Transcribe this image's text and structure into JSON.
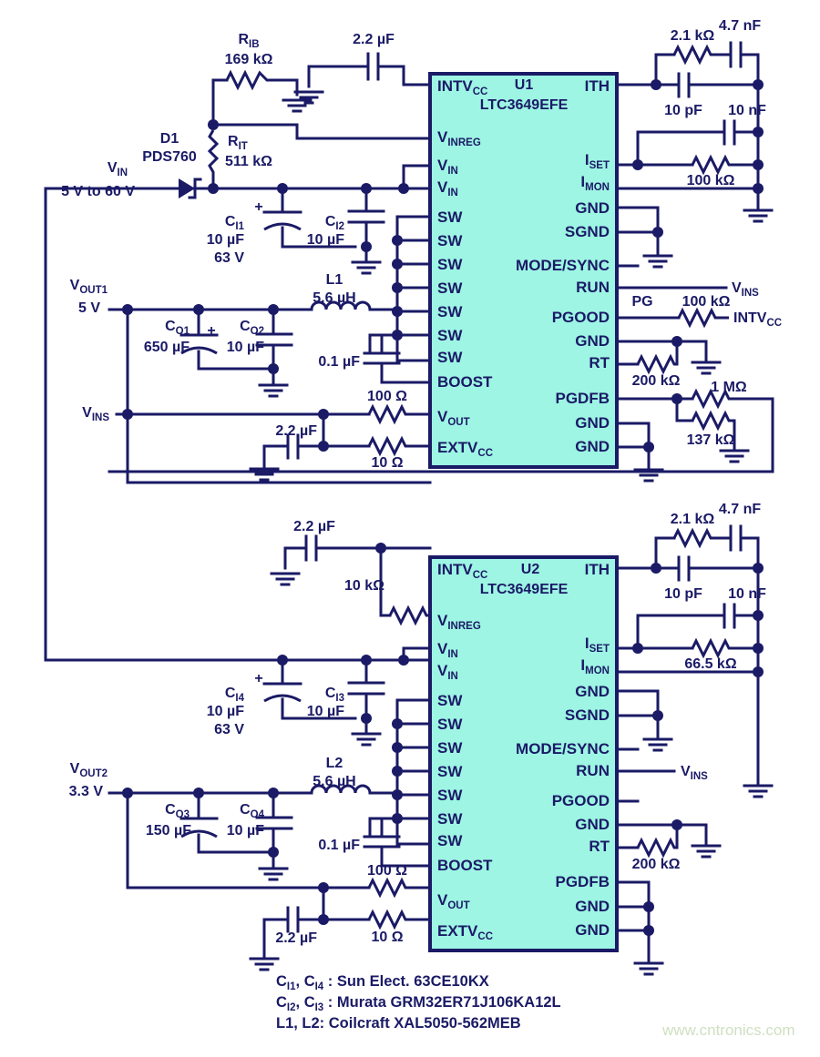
{
  "meta": {
    "title": "Dual LTC3649EFE step-down regulator schematic",
    "colors": {
      "ink": "#1a1a66",
      "chip_fill": "#9ef5e4",
      "background": "#ffffff",
      "watermark": "#cfe0c2"
    }
  },
  "watermark": "www.cntronics.com",
  "source_label": {
    "name": "V_IN",
    "name_main": "V",
    "name_sub": "IN",
    "range": "5 V to 60 V"
  },
  "diode": {
    "ref": "D1",
    "part": "PDS760"
  },
  "chips": [
    {
      "id": "u1",
      "ref": "U1",
      "part": "LTC3649EFE",
      "pins_left": [
        "INTVCC",
        "VINREG",
        "VIN",
        "VIN",
        "SW",
        "SW",
        "SW",
        "SW",
        "SW",
        "SW",
        "SW",
        "BOOST",
        "VOUT",
        "EXTVCC"
      ],
      "pins_right": [
        "ITH",
        "ISET",
        "IMON",
        "GND",
        "SGND",
        "MODE/SYNC",
        "RUN",
        "PGOOD",
        "GND",
        "RT",
        "PGDFB",
        "GND",
        "GND"
      ]
    },
    {
      "id": "u2",
      "ref": "U2",
      "part": "LTC3649EFE",
      "pins_left": [
        "INTVCC",
        "VINREG",
        "VIN",
        "VIN",
        "SW",
        "SW",
        "SW",
        "SW",
        "SW",
        "SW",
        "SW",
        "BOOST",
        "VOUT",
        "EXTVCC"
      ],
      "pins_right": [
        "ITH",
        "ISET",
        "IMON",
        "GND",
        "SGND",
        "MODE/SYNC",
        "RUN",
        "PGOOD",
        "GND",
        "RT",
        "PGDFB",
        "GND",
        "GND"
      ]
    }
  ],
  "stage1": {
    "rib": {
      "ref_main": "R",
      "ref_sub": "IB",
      "value": "169 kΩ"
    },
    "rit": {
      "ref_main": "R",
      "ref_sub": "IT",
      "value": "511 kΩ"
    },
    "ci1": {
      "ref_main": "C",
      "ref_sub": "I1",
      "value": "10 µF",
      "value2": "63 V",
      "polarity": "+"
    },
    "ci2": {
      "ref_main": "C",
      "ref_sub": "I2",
      "value": "10 µF"
    },
    "intvcc_cap": "2.2 µF",
    "ith_r": "2.1 kΩ",
    "ith_c_series": "4.7 nF",
    "ith_c_par": "10 pF",
    "iset_c": "10 nF",
    "iset_r": "100 kΩ",
    "pg_label": "PG",
    "pgood_r": "100 kΩ",
    "pgood_net_main": "INTV",
    "pgood_net_sub": "CC",
    "run_net_main": "V",
    "run_net_sub": "INS",
    "rt_r": "200 kΩ",
    "pgdfb_r_top": "1 MΩ",
    "pgdfb_r_bot": "137 kΩ",
    "l1": {
      "ref": "L1",
      "value": "5.6 µH"
    },
    "boost_cap": "0.1 µF",
    "co1": {
      "ref_main": "C",
      "ref_sub": "O1",
      "value": "650 µF",
      "polarity": "+"
    },
    "co2": {
      "ref_main": "C",
      "ref_sub": "O2",
      "value": "10 µF"
    },
    "vout_r": "100 Ω",
    "extvcc_r": "10 Ω",
    "extvcc_cap": "2.2 µF",
    "vout_label_main": "V",
    "vout_label_sub": "OUT1",
    "vout_value": "5 V",
    "vins_main": "V",
    "vins_sub": "INS"
  },
  "stage2": {
    "intvcc_cap": "2.2 µF",
    "vinreg_r": "10 kΩ",
    "ci4": {
      "ref_main": "C",
      "ref_sub": "I4",
      "value": "10 µF",
      "value2": "63 V",
      "polarity": "+"
    },
    "ci3": {
      "ref_main": "C",
      "ref_sub": "I3",
      "value": "10 µF"
    },
    "ith_r": "2.1 kΩ",
    "ith_c_series": "4.7 nF",
    "ith_c_par": "10 pF",
    "iset_c": "10 nF",
    "iset_r": "66.5 kΩ",
    "run_net_main": "V",
    "run_net_sub": "INS",
    "rt_r": "200 kΩ",
    "l2": {
      "ref": "L2",
      "value": "5.6 µH"
    },
    "boost_cap": "0.1 µF",
    "co3": {
      "ref_main": "C",
      "ref_sub": "O3",
      "value": "150 µF"
    },
    "co4": {
      "ref_main": "C",
      "ref_sub": "O4",
      "value": "10 µF"
    },
    "vout_r": "100 Ω",
    "extvcc_r": "10 Ω",
    "extvcc_cap": "2.2 µF",
    "vout_label_main": "V",
    "vout_label_sub": "OUT2",
    "vout_value": "3.3 V"
  },
  "notes": [
    {
      "main1": "C",
      "sub1": "I1",
      "main2": "C",
      "sub2": "I4",
      "text": ": Sun Elect. 63CE10KX"
    },
    {
      "main1": "C",
      "sub1": "I2",
      "main2": "C",
      "sub2": "I3",
      "text": ": Murata GRM32ER71J106KA12L"
    },
    {
      "plain": "L1, L2: Coilcraft XAL5050-562MEB"
    }
  ]
}
